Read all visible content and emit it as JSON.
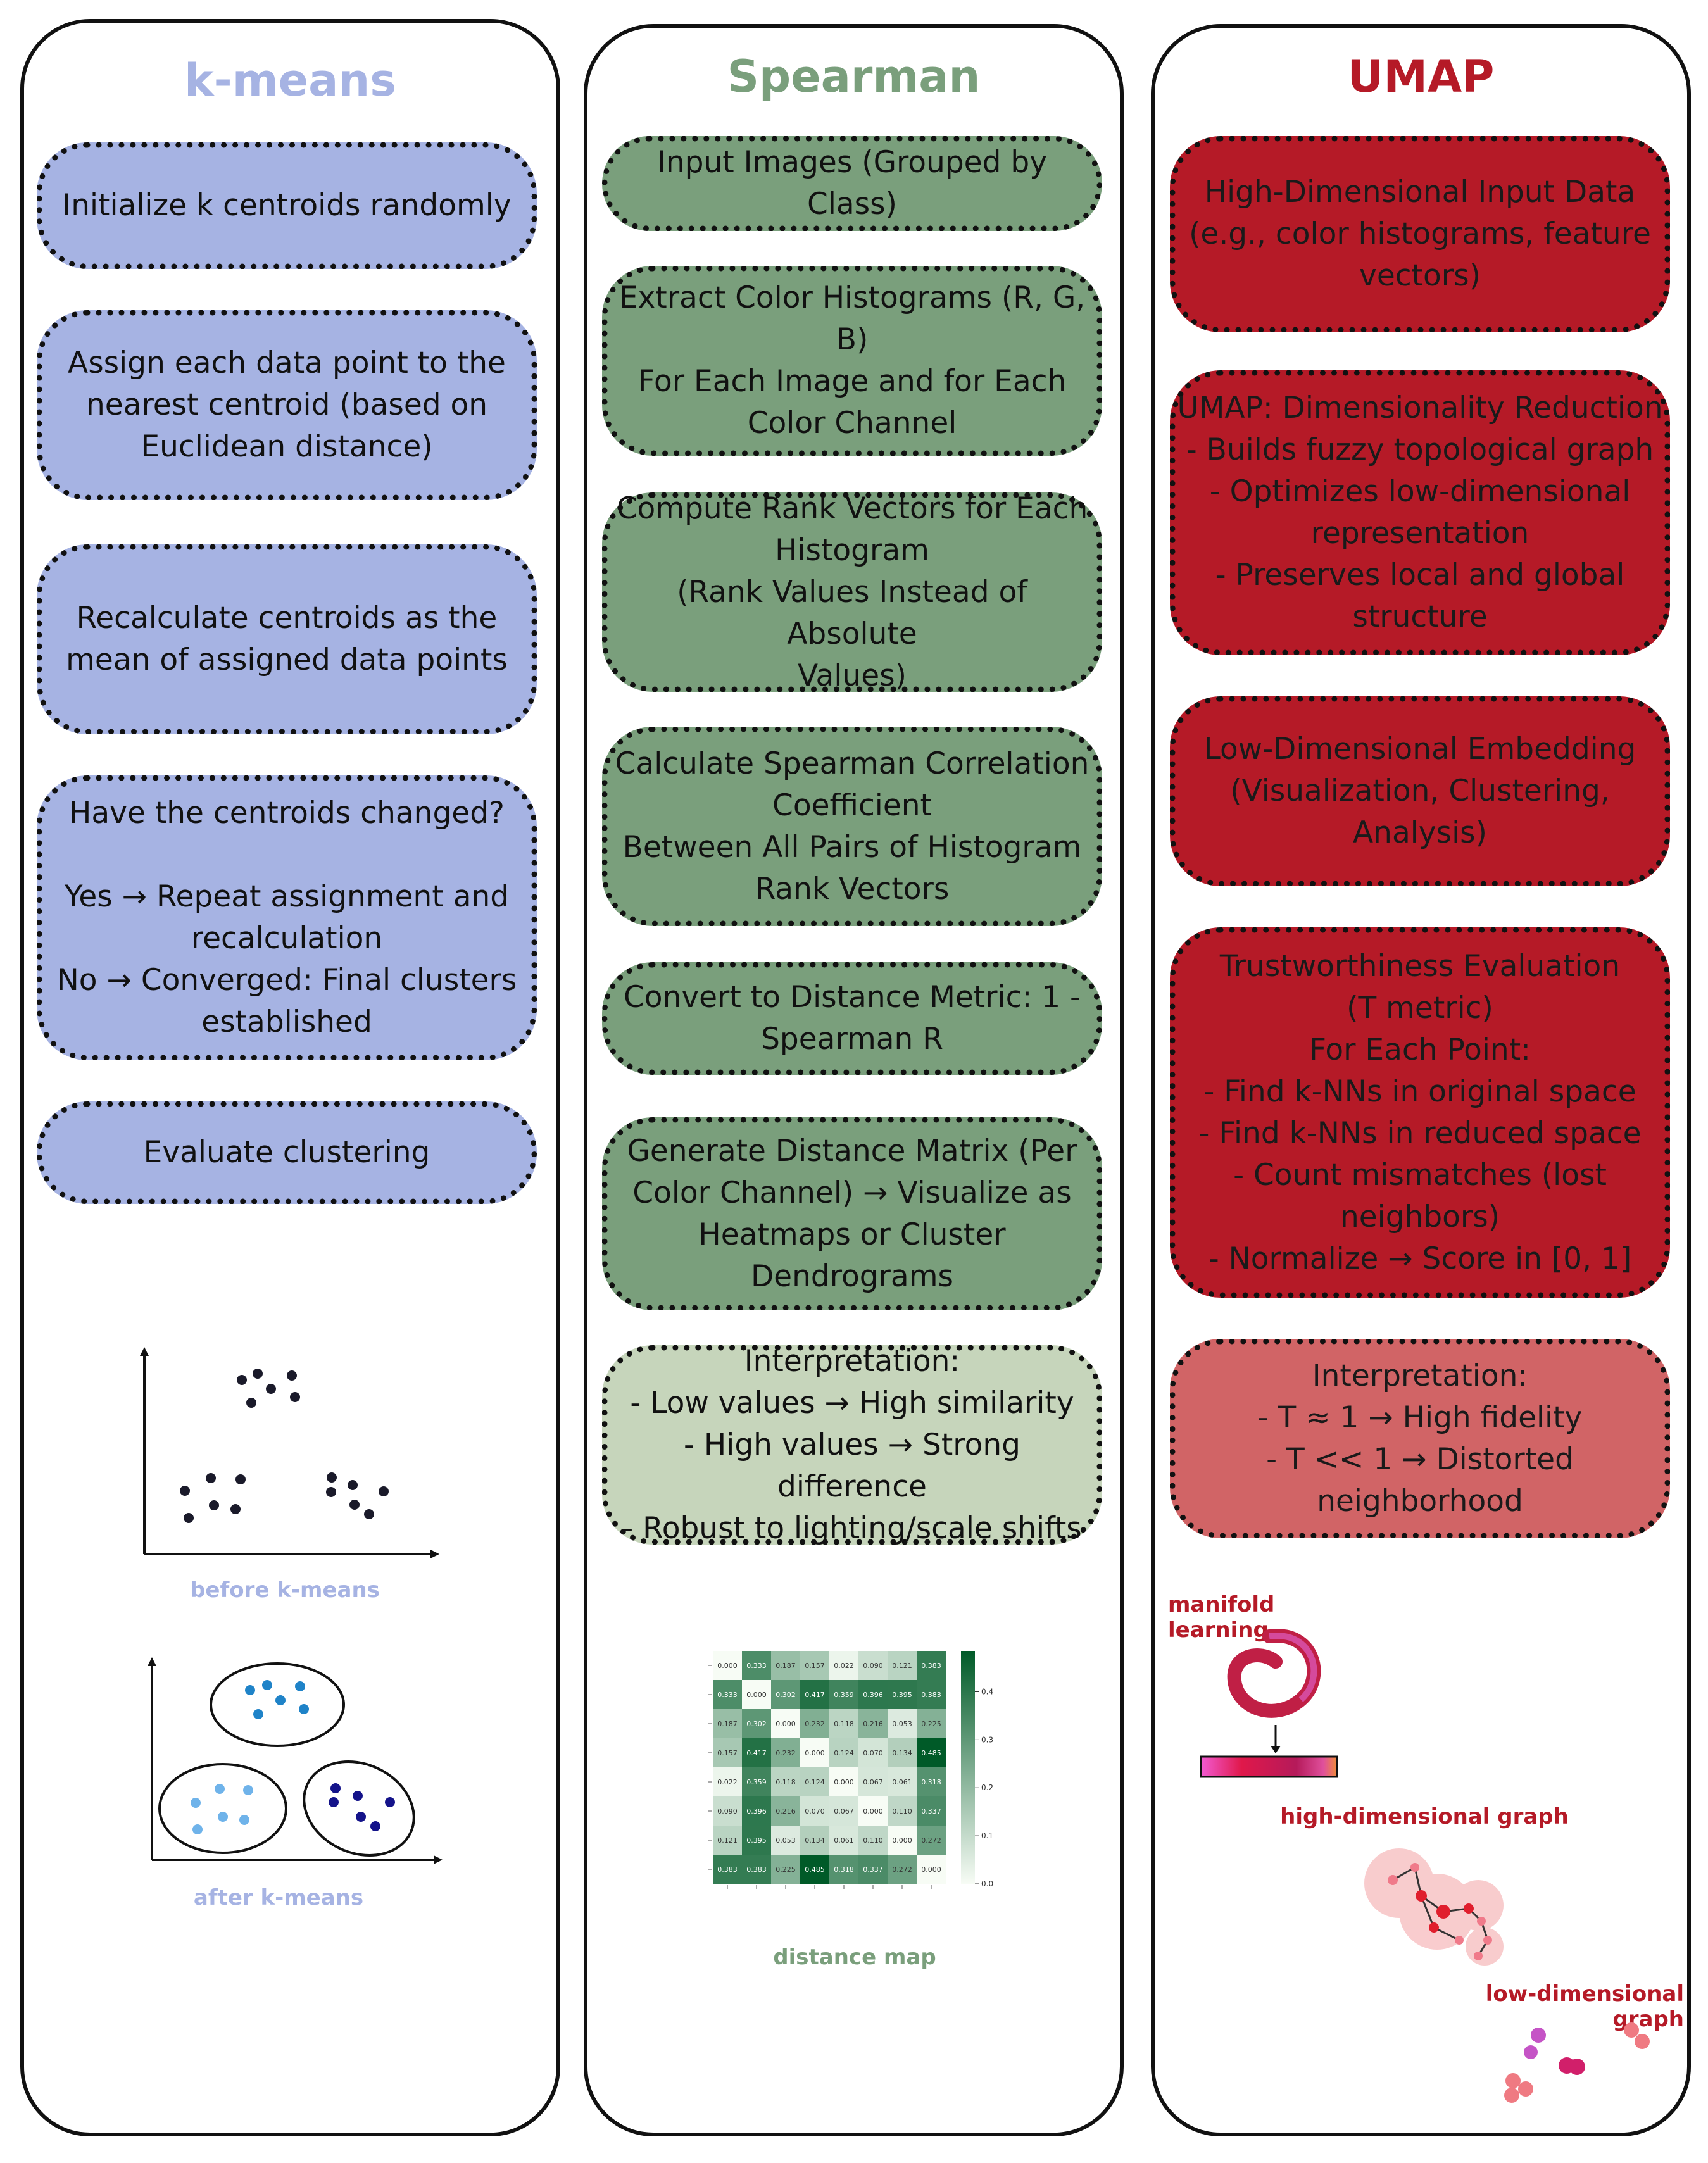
{
  "kmeans": {
    "title": "k-means",
    "steps": [
      "Initialize k centroids randomly",
      "Assign each data point to the\nnearest centroid (based on\nEuclidean distance)",
      "Recalculate centroids as the\nmean of assigned data points",
      "Have the centroids changed?\n\nYes → Repeat assignment and\nrecalculation\nNo  → Converged: Final clusters\nestablished",
      "Evaluate clustering"
    ],
    "caption_before": "before k-means",
    "caption_after": "after k-means"
  },
  "spearman": {
    "title": "Spearman",
    "steps": [
      "Input Images (Grouped by Class)",
      "Extract Color Histograms (R, G, B)\nFor Each Image and for Each\nColor Channel",
      "Compute Rank Vectors for Each\nHistogram\n(Rank Values Instead of Absolute\nValues)",
      "Calculate Spearman Correlation\nCoefficient\nBetween All Pairs of Histogram\nRank Vectors",
      "Convert to Distance Metric: 1 -\nSpearman R",
      "Generate Distance Matrix (Per\nColor Channel) → Visualize as\nHeatmaps or Cluster\nDendrograms",
      "Interpretation:\n- Low values → High similarity\n- High values → Strong difference\n- Robust to lighting/scale shifts"
    ],
    "caption": "distance map",
    "matrix": [
      [
        "0.000",
        "0.333",
        "0.187",
        "0.157",
        "0.022",
        "0.090",
        "0.121",
        "0.383"
      ],
      [
        "0.333",
        "0.000",
        "0.302",
        "0.417",
        "0.359",
        "0.396",
        "0.395",
        "0.383"
      ],
      [
        "0.187",
        "0.302",
        "0.000",
        "0.232",
        "0.118",
        "0.216",
        "0.053",
        "0.225"
      ],
      [
        "0.157",
        "0.417",
        "0.232",
        "0.000",
        "0.124",
        "0.070",
        "0.134",
        "0.485"
      ],
      [
        "0.022",
        "0.359",
        "0.118",
        "0.124",
        "0.000",
        "0.067",
        "0.061",
        "0.318"
      ],
      [
        "0.090",
        "0.396",
        "0.216",
        "0.070",
        "0.067",
        "0.000",
        "0.110",
        "0.337"
      ],
      [
        "0.121",
        "0.395",
        "0.053",
        "0.134",
        "0.061",
        "0.110",
        "0.000",
        "0.272"
      ],
      [
        "0.383",
        "0.383",
        "0.225",
        "0.485",
        "0.318",
        "0.337",
        "0.272",
        "0.000"
      ]
    ],
    "colorbar_ticks": [
      "0.4",
      "0.3",
      "0.2",
      "0.1",
      "0.0"
    ]
  },
  "umap": {
    "title": "UMAP",
    "steps": [
      "High-Dimensional Input Data\n(e.g., color histograms, feature\nvectors)",
      "UMAP: Dimensionality Reduction\n- Builds fuzzy topological graph\n- Optimizes low-dimensional\nrepresentation\n- Preserves local and global\nstructure",
      "Low-Dimensional Embedding\n(Visualization, Clustering,\nAnalysis)",
      "Trustworthiness Evaluation\n(T metric)\nFor Each Point:\n- Find k-NNs in original space\n- Find k-NNs in reduced space\n- Count mismatches (lost\nneighbors)\n- Normalize → Score in [0, 1]",
      "Interpretation:\n- T ≈ 1 → High fidelity\n- T << 1 → Distorted\nneighborhood"
    ],
    "caption_manifold": "manifold learning",
    "caption_high": "high-dimensional graph",
    "caption_low": "low-dimensional graph"
  },
  "colors": {
    "kmeans_title": "#a6b3e3",
    "spearman_title": "#7a9f7c",
    "umap_title": "#b51a27",
    "kmeans_box": "#a6b3e3",
    "spearman_box": "#7a9f7c",
    "spearman_box_light": "#c6d5bb",
    "umap_box": "#b51a27",
    "umap_box_light": "#d16466"
  }
}
